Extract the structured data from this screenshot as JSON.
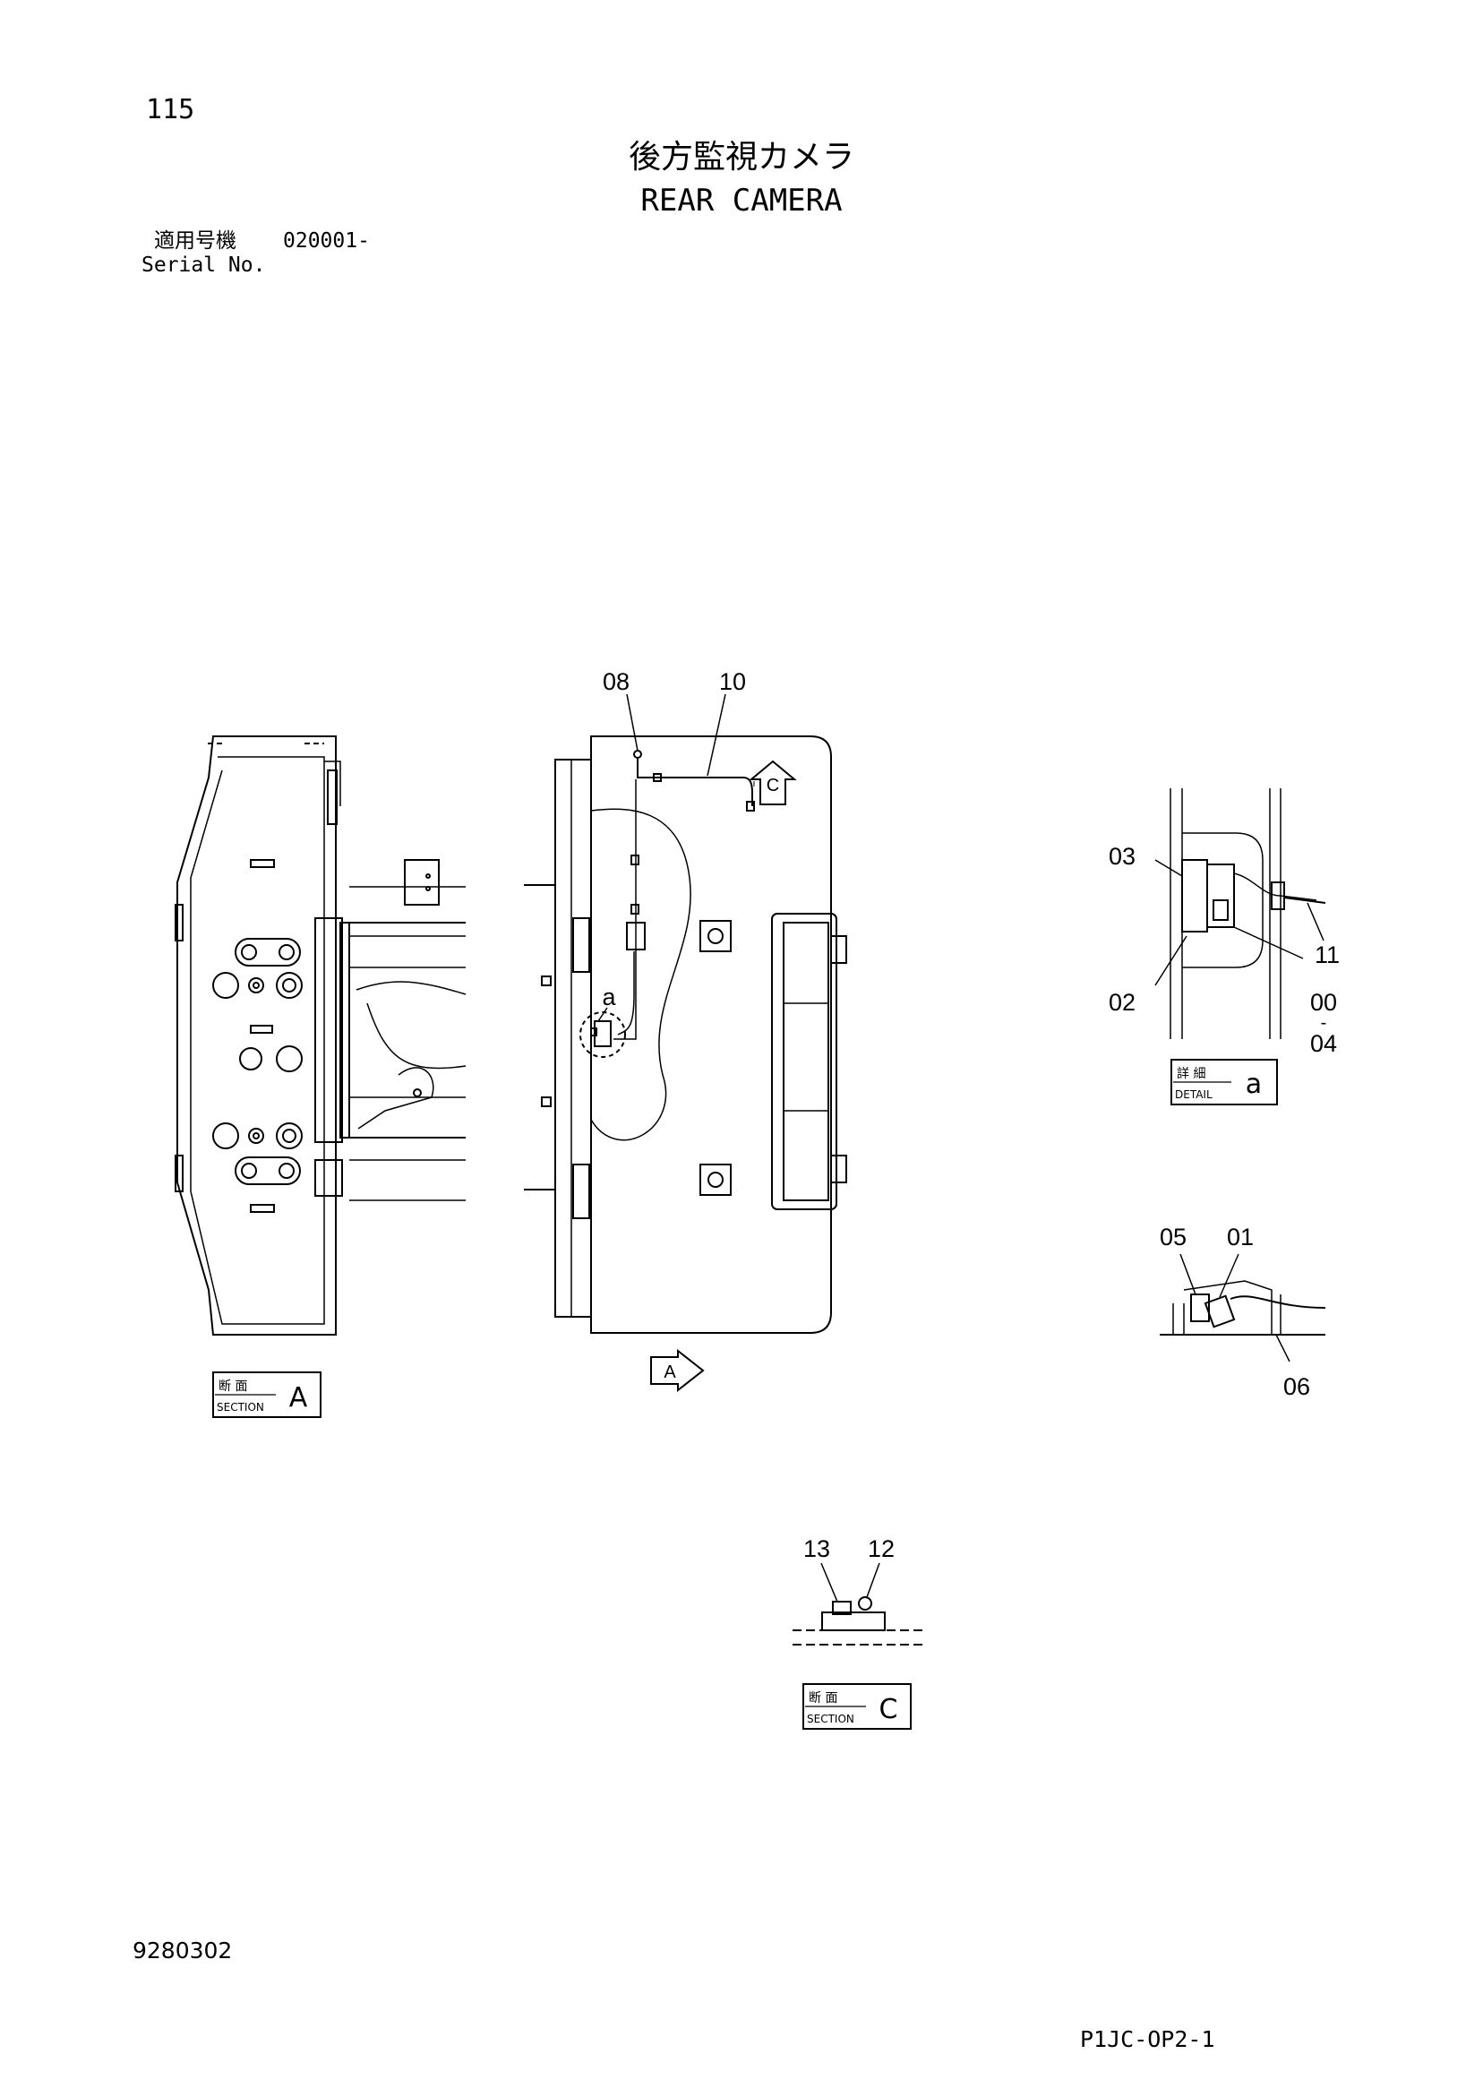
{
  "page": {
    "number": "115",
    "title_jp": "後方監視カメラ",
    "title_en": "REAR CAMERA",
    "serial_label_jp": "適用号機",
    "serial_number": "020001-",
    "serial_label_en": "Serial No.",
    "drawing_number": "9280302",
    "page_code": "P1JC-OP2-1"
  },
  "callouts": {
    "c08": "08",
    "c10": "10",
    "c03": "03",
    "c02": "02",
    "c00": "00",
    "c00_dash": "-",
    "c04": "04",
    "c11": "11",
    "c05": "05",
    "c01": "01",
    "c06": "06",
    "c13": "13",
    "c12": "12",
    "detail_a_marker": "a"
  },
  "view_arrows": {
    "c": "C",
    "a": "A"
  },
  "labels": {
    "section_a": {
      "jp": "断 面",
      "en": "SECTION",
      "letter": "A"
    },
    "detail_a": {
      "jp": "詳 細",
      "en": "DETAIL",
      "letter": "a"
    },
    "section_c": {
      "jp": "断 面",
      "en": "SECTION",
      "letter": "C"
    }
  },
  "colors": {
    "ink": "#000000",
    "paper": "#ffffff"
  }
}
